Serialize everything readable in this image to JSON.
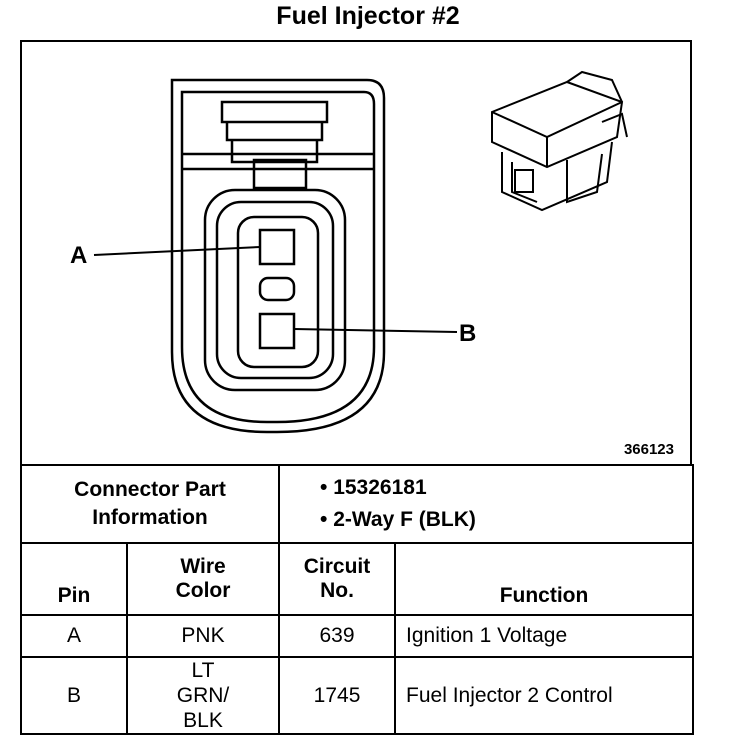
{
  "title": "Fuel Injector #2",
  "figure_id": "366123",
  "pin_labels": {
    "a": "A",
    "b": "B"
  },
  "connector_info": {
    "label": "Connector Part Information",
    "items": [
      "15326181",
      "2-Way F (BLK)"
    ]
  },
  "table": {
    "headers": {
      "pin": "Pin",
      "wire_color": "Wire Color",
      "circuit_no": "Circuit No.",
      "function": "Function"
    },
    "rows": [
      {
        "pin": "A",
        "wire_color": "PNK",
        "circuit_no": "639",
        "function": "Ignition 1 Voltage"
      },
      {
        "pin": "B",
        "wire_color": "LT GRN/ BLK",
        "circuit_no": "1745",
        "function": "Fuel Injector 2 Control"
      }
    ]
  }
}
